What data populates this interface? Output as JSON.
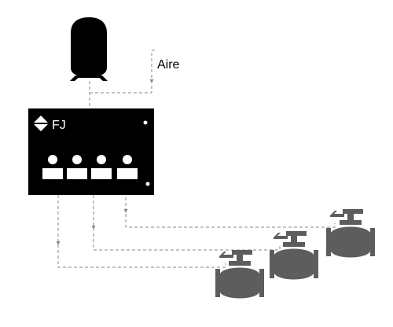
{
  "labels": {
    "air_supply": "Aire",
    "controller_brand": "FJ"
  },
  "colors": {
    "controller_body": "#000000",
    "valve": "#5d5d5d",
    "line": "#8a8a8a",
    "background": "#ffffff"
  },
  "icons": [
    "pressure-tank-icon",
    "fj-logo-icon",
    "valve-icon"
  ],
  "controller": {
    "outputs": [
      {
        "id": 1
      },
      {
        "id": 2
      },
      {
        "id": 3
      },
      {
        "id": 4
      }
    ]
  },
  "valves": [
    {
      "id": "valve-1"
    },
    {
      "id": "valve-2"
    },
    {
      "id": "valve-3"
    }
  ]
}
